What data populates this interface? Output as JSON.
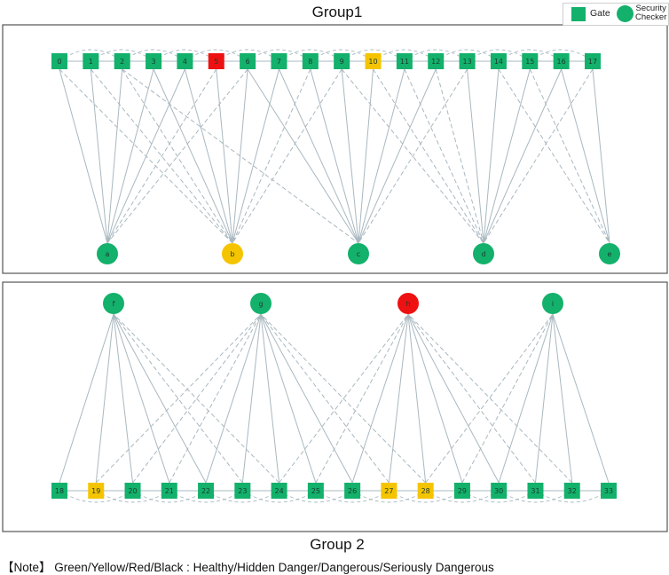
{
  "titles": {
    "group1": "Group1",
    "group2": "Group 2"
  },
  "legend": {
    "gate": "Gate",
    "checker_line1": "Security",
    "checker_line2": "Checker"
  },
  "note": "【Note】 Green/Yellow/Red/Black : Healthy/Hidden Danger/Dangerous/Seriously Dangerous",
  "colors": {
    "green": "#13b16b",
    "yellow": "#f5c400",
    "red": "#ee1111",
    "black": "#000000",
    "edge": "#a9b8c0",
    "frame": "#555555"
  },
  "groups": [
    {
      "name": "Group1",
      "gates": [
        {
          "id": "0",
          "status": "green"
        },
        {
          "id": "1",
          "status": "green"
        },
        {
          "id": "2",
          "status": "green"
        },
        {
          "id": "3",
          "status": "green"
        },
        {
          "id": "4",
          "status": "green"
        },
        {
          "id": "5",
          "status": "red"
        },
        {
          "id": "6",
          "status": "green"
        },
        {
          "id": "7",
          "status": "green"
        },
        {
          "id": "8",
          "status": "green"
        },
        {
          "id": "9",
          "status": "green"
        },
        {
          "id": "10",
          "status": "yellow"
        },
        {
          "id": "11",
          "status": "green"
        },
        {
          "id": "12",
          "status": "green"
        },
        {
          "id": "13",
          "status": "green"
        },
        {
          "id": "14",
          "status": "green"
        },
        {
          "id": "15",
          "status": "green"
        },
        {
          "id": "16",
          "status": "green"
        },
        {
          "id": "17",
          "status": "green"
        }
      ],
      "checkers": [
        {
          "id": "a",
          "status": "green"
        },
        {
          "id": "b",
          "status": "yellow"
        },
        {
          "id": "c",
          "status": "green"
        },
        {
          "id": "d",
          "status": "green"
        },
        {
          "id": "e",
          "status": "green"
        }
      ],
      "solid_links": [
        [
          "0",
          "a"
        ],
        [
          "1",
          "a"
        ],
        [
          "2",
          "a"
        ],
        [
          "3",
          "a"
        ],
        [
          "4",
          "a"
        ],
        [
          "3",
          "b"
        ],
        [
          "4",
          "b"
        ],
        [
          "5",
          "b"
        ],
        [
          "6",
          "b"
        ],
        [
          "7",
          "b"
        ],
        [
          "6",
          "c"
        ],
        [
          "7",
          "c"
        ],
        [
          "8",
          "c"
        ],
        [
          "9",
          "c"
        ],
        [
          "10",
          "c"
        ],
        [
          "11",
          "c"
        ],
        [
          "12",
          "c"
        ],
        [
          "13",
          "d"
        ],
        [
          "14",
          "d"
        ],
        [
          "15",
          "d"
        ],
        [
          "16",
          "d"
        ],
        [
          "17",
          "e"
        ],
        [
          "16",
          "e"
        ]
      ],
      "dashed_links": [
        [
          "5",
          "a"
        ],
        [
          "6",
          "a"
        ],
        [
          "0",
          "b"
        ],
        [
          "1",
          "b"
        ],
        [
          "2",
          "b"
        ],
        [
          "8",
          "b"
        ],
        [
          "9",
          "b"
        ],
        [
          "2",
          "c"
        ],
        [
          "13",
          "c"
        ],
        [
          "9",
          "d"
        ],
        [
          "10",
          "d"
        ],
        [
          "11",
          "d"
        ],
        [
          "12",
          "d"
        ],
        [
          "17",
          "d"
        ],
        [
          "14",
          "e"
        ],
        [
          "15",
          "e"
        ]
      ]
    },
    {
      "name": "Group 2",
      "gates": [
        {
          "id": "18",
          "status": "green"
        },
        {
          "id": "19",
          "status": "yellow"
        },
        {
          "id": "20",
          "status": "green"
        },
        {
          "id": "21",
          "status": "green"
        },
        {
          "id": "22",
          "status": "green"
        },
        {
          "id": "23",
          "status": "green"
        },
        {
          "id": "24",
          "status": "green"
        },
        {
          "id": "25",
          "status": "green"
        },
        {
          "id": "26",
          "status": "green"
        },
        {
          "id": "27",
          "status": "yellow"
        },
        {
          "id": "28",
          "status": "yellow"
        },
        {
          "id": "29",
          "status": "green"
        },
        {
          "id": "30",
          "status": "green"
        },
        {
          "id": "31",
          "status": "green"
        },
        {
          "id": "32",
          "status": "green"
        },
        {
          "id": "33",
          "status": "green"
        }
      ],
      "checkers": [
        {
          "id": "f",
          "status": "green"
        },
        {
          "id": "g",
          "status": "green"
        },
        {
          "id": "h",
          "status": "red"
        },
        {
          "id": "i",
          "status": "green"
        }
      ],
      "solid_links": [
        [
          "18",
          "f"
        ],
        [
          "19",
          "f"
        ],
        [
          "20",
          "f"
        ],
        [
          "21",
          "f"
        ],
        [
          "22",
          "f"
        ],
        [
          "22",
          "g"
        ],
        [
          "23",
          "g"
        ],
        [
          "24",
          "g"
        ],
        [
          "25",
          "g"
        ],
        [
          "26",
          "g"
        ],
        [
          "26",
          "h"
        ],
        [
          "27",
          "h"
        ],
        [
          "28",
          "h"
        ],
        [
          "29",
          "h"
        ],
        [
          "30",
          "h"
        ],
        [
          "30",
          "i"
        ],
        [
          "31",
          "i"
        ],
        [
          "32",
          "i"
        ],
        [
          "33",
          "i"
        ]
      ],
      "dashed_links": [
        [
          "23",
          "f"
        ],
        [
          "24",
          "f"
        ],
        [
          "19",
          "g"
        ],
        [
          "20",
          "g"
        ],
        [
          "21",
          "g"
        ],
        [
          "27",
          "g"
        ],
        [
          "28",
          "g"
        ],
        [
          "24",
          "h"
        ],
        [
          "25",
          "h"
        ],
        [
          "31",
          "h"
        ],
        [
          "32",
          "h"
        ],
        [
          "28",
          "i"
        ],
        [
          "29",
          "i"
        ]
      ]
    }
  ]
}
